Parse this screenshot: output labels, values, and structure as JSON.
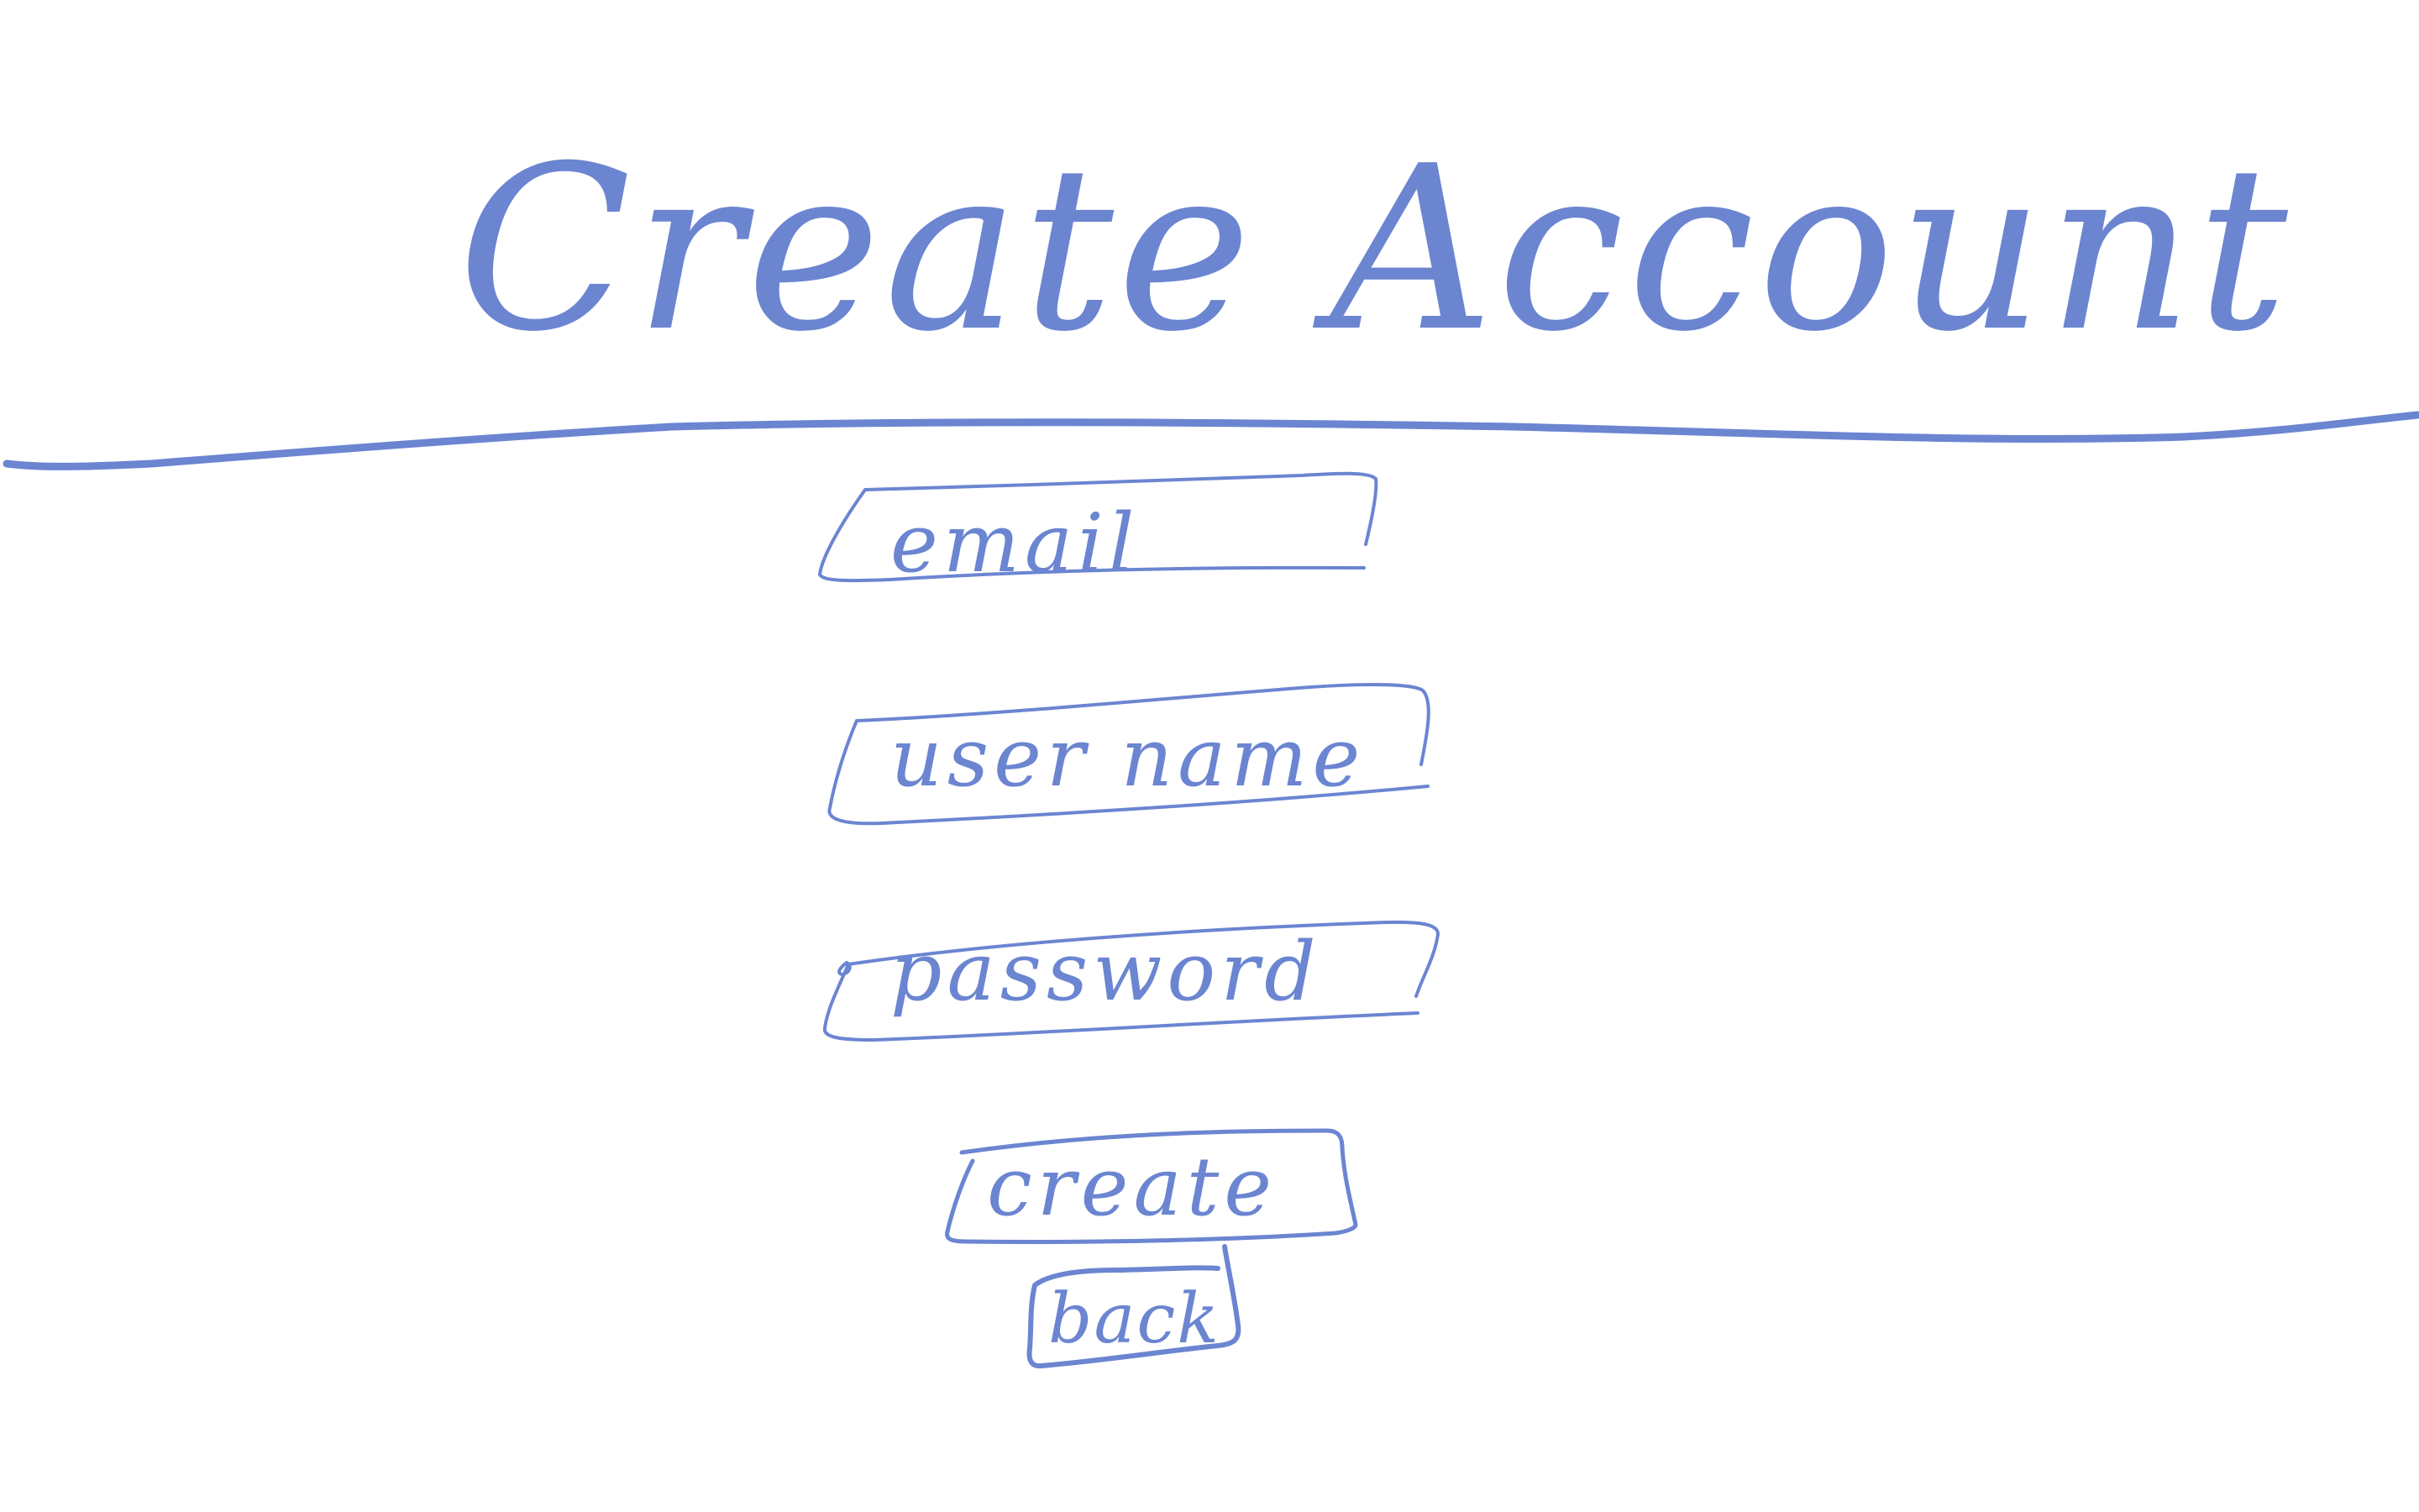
{
  "theme": {
    "ink_color": "#6B85D1",
    "background": "#ffffff"
  },
  "page": {
    "title": "Create Account"
  },
  "form": {
    "email_placeholder": "email",
    "username_placeholder": "user name",
    "password_placeholder": "password"
  },
  "actions": {
    "create_label": "create",
    "back_label": "back"
  }
}
